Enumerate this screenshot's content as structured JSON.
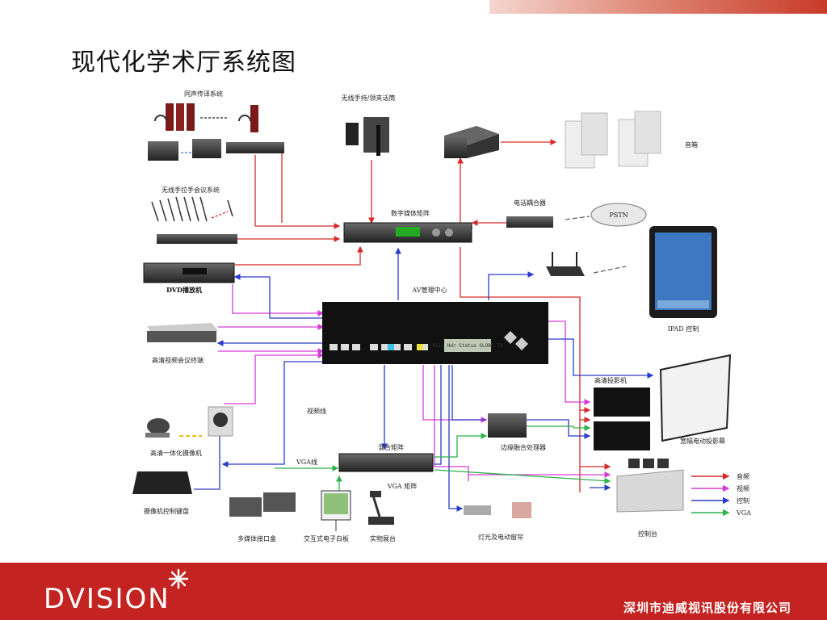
{
  "slide_title": "现代化学术厅系统图",
  "footer": {
    "logo": "DVISION",
    "company": "深圳市迪威视讯股份有限公司"
  },
  "labels": {
    "simultaneous": "同声传译系统",
    "wireless_mic": "无线手持/领夹话筒",
    "speaker": "音箱",
    "conference": "无线手拉手会议系统",
    "matrix": "数字媒体矩阵",
    "phone_coupler": "电话耦合器",
    "pstn": "PSTN",
    "dvd": "DVD播放机",
    "av_center": "AV管理中心",
    "ipad": "IPAD 控制",
    "hd_terminal": "高清视频会议终端",
    "hd_projector": "高清投影机",
    "cable": "视频线",
    "screen": "宽幅电动投影幕",
    "camera": "高清一体化摄像机",
    "mix_matrix": "混合矩阵",
    "edge_blend": "边缘融合处理器",
    "vga_line": "VGA线",
    "vga_matrix": "VGA 矩阵",
    "cam_keyboard": "摄像机控制键盘",
    "interface_box": "多媒体接口盒",
    "whiteboard": "交互式电子白板",
    "visualizer": "实物展台",
    "lighting": "灯光及电动窗帘",
    "console": "控制台",
    "av_panel_text": "Main Hdr Status\nGLOBE TB"
  },
  "legend": [
    {
      "label": "音频",
      "color": "#d62b2b"
    },
    {
      "label": "视频",
      "color": "#d63bd6"
    },
    {
      "label": "控制",
      "color": "#2b3bc8"
    },
    {
      "label": "VGA",
      "color": "#2bb24a"
    }
  ]
}
